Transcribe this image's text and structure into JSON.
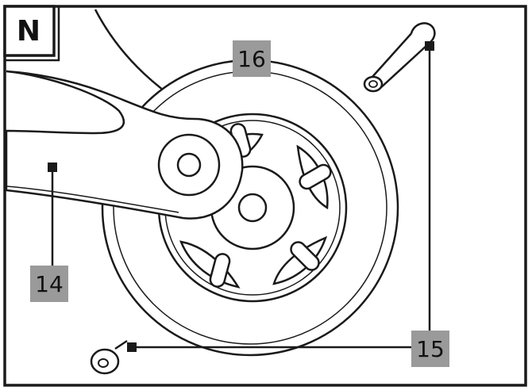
{
  "step_badge": {
    "letter": "N"
  },
  "callouts": [
    {
      "id": "rear-fender",
      "number": "14"
    },
    {
      "id": "axle-bolt-set",
      "number": "15"
    },
    {
      "id": "wheel",
      "number": "16"
    }
  ],
  "colors": {
    "stroke": "#1a1a1a",
    "label_bg": "#9a9a9a",
    "background": "#ffffff"
  }
}
